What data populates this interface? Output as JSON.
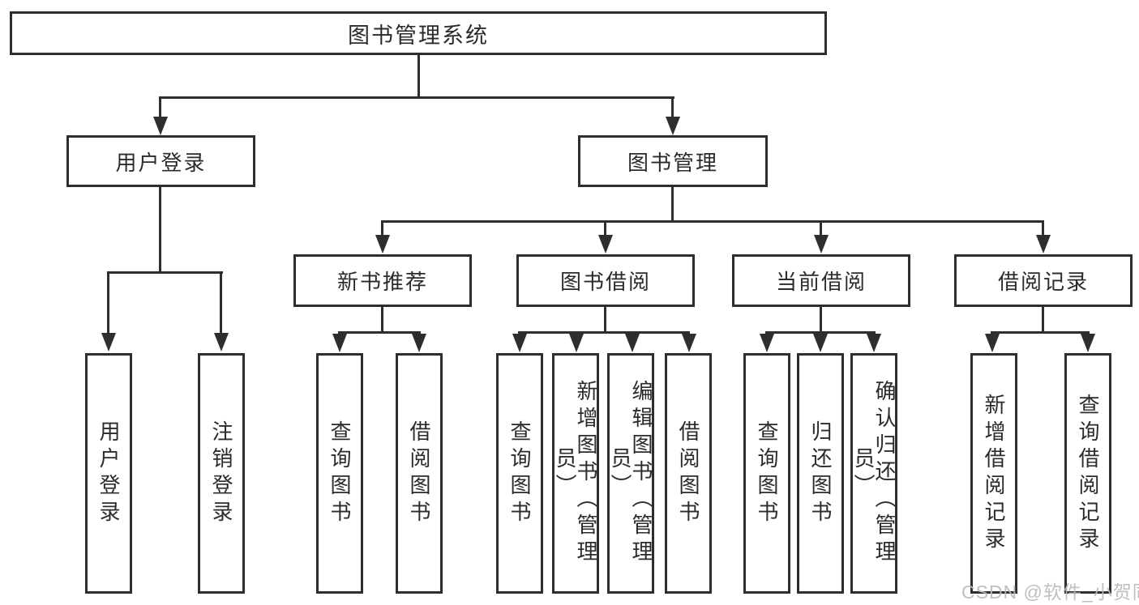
{
  "diagram": {
    "title": "图书管理系统",
    "nodes": {
      "root": {
        "label": "图书管理系统"
      },
      "user_login": {
        "label": "用户登录"
      },
      "book_mgmt": {
        "label": "图书管理"
      },
      "new_book_rec": {
        "label": "新书推荐"
      },
      "book_borrow": {
        "label": "图书借阅"
      },
      "current_borrow": {
        "label": "当前借阅"
      },
      "borrow_records": {
        "label": "借阅记录"
      },
      "login_leaf": {
        "label": "用户登录"
      },
      "logout_leaf": {
        "label": "注销登录"
      },
      "rec_query_book": {
        "label": "查询图书"
      },
      "rec_borrow_book": {
        "label": "借阅图书"
      },
      "bb_query_book": {
        "label": "查询图书"
      },
      "bb_add_book": {
        "label": "新增图书（管理员）"
      },
      "bb_edit_book": {
        "label": "编辑图书（管理员）"
      },
      "bb_borrow_book": {
        "label": "借阅图书"
      },
      "cb_query_book": {
        "label": "查询图书"
      },
      "cb_return_book": {
        "label": "归还图书"
      },
      "cb_confirm_return": {
        "label": "确认归还（管理员）"
      },
      "br_add_record": {
        "label": "新增借阅记录"
      },
      "br_query_record": {
        "label": "查询借阅记录"
      }
    },
    "hierarchy": {
      "图书管理系统": {
        "用户登录": [
          "用户登录",
          "注销登录"
        ],
        "图书管理": {
          "新书推荐": [
            "查询图书",
            "借阅图书"
          ],
          "图书借阅": [
            "查询图书",
            "新增图书（管理员）",
            "编辑图书（管理员）",
            "借阅图书"
          ],
          "当前借阅": [
            "查询图书",
            "归还图书",
            "确认归还（管理员）"
          ],
          "借阅记录": [
            "新增借阅记录",
            "查询借阅记录"
          ]
        }
      }
    }
  },
  "watermark": {
    "text": "CSDN @软件_小贺同学"
  },
  "colors": {
    "line": "#2e2e2e",
    "text": "#2b2b2b",
    "background": "#ffffff",
    "watermark": "#b9b9b9"
  }
}
